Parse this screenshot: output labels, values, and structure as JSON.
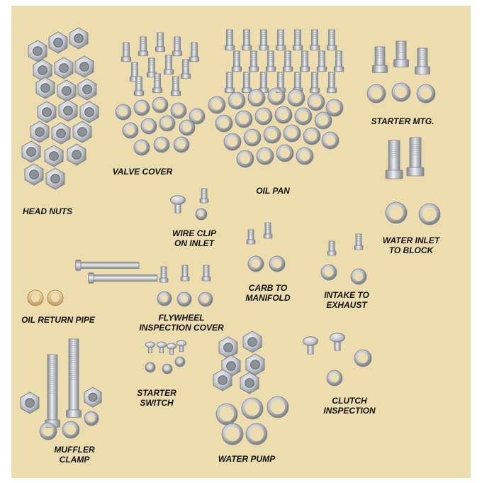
{
  "colors": {
    "background": "#ecdcae",
    "label": "#111111",
    "metal_light": "#eef0f2",
    "metal_mid": "#c3c7cc",
    "metal_dark": "#7f858c",
    "brass": "#c9a46a"
  },
  "groups": [
    {
      "key": "head_nuts",
      "label": "HEAD NUTS"
    },
    {
      "key": "valve_cover",
      "label": "VALVE COVER"
    },
    {
      "key": "oil_pan",
      "label": "OIL PAN"
    },
    {
      "key": "starter_mtg",
      "label": "STARTER MTG."
    },
    {
      "key": "water_inlet",
      "label": "WATER INLET\nTO BLOCK"
    },
    {
      "key": "wire_clip",
      "label": "WIRE CLIP\nON INLET"
    },
    {
      "key": "carb",
      "label": "CARB TO\nMANIFOLD"
    },
    {
      "key": "intake",
      "label": "INTAKE TO\nEXHAUST"
    },
    {
      "key": "oil_return",
      "label": "OIL RETURN PIPE"
    },
    {
      "key": "flywheel",
      "label": "FLYWHEEL\nINSPECTION COVER"
    },
    {
      "key": "starter_switch",
      "label": "STARTER\nSWITCH"
    },
    {
      "key": "clutch",
      "label": "CLUTCH\nINSPECTION"
    },
    {
      "key": "muffler",
      "label": "MUFFLER\nCLAMP"
    },
    {
      "key": "water_pump",
      "label": "WATER PUMP"
    }
  ]
}
